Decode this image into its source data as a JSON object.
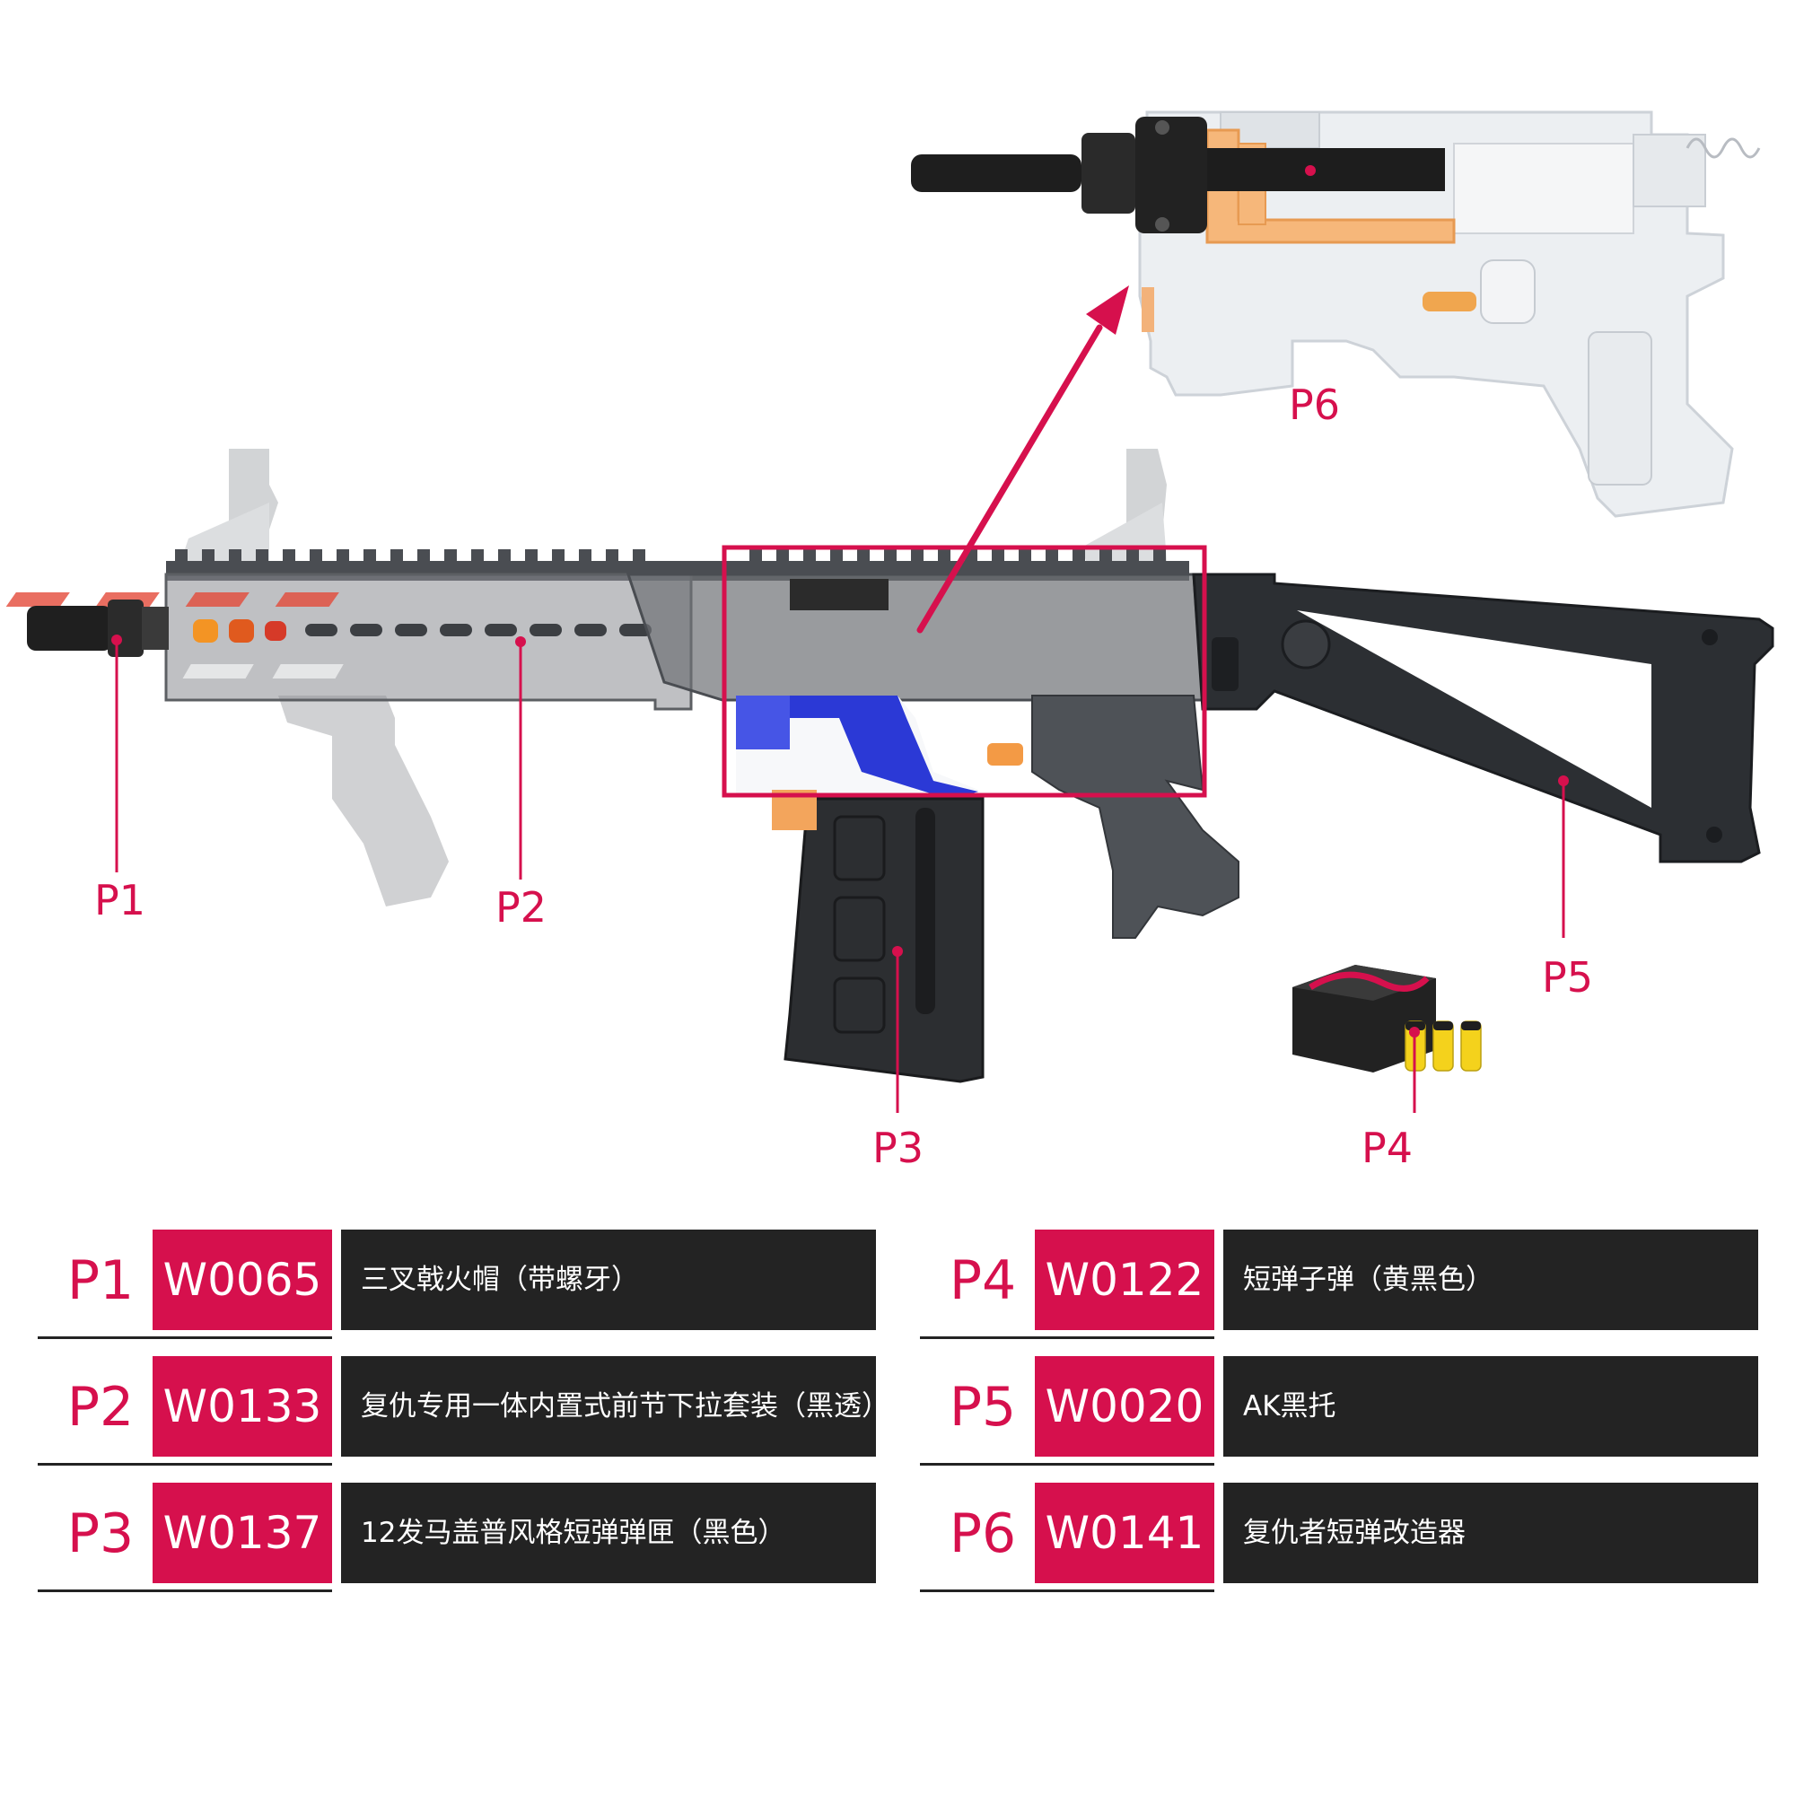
{
  "accent_color": "#d6104d",
  "dark_color": "#232323",
  "callouts": {
    "p1": "P1",
    "p2": "P2",
    "p3": "P3",
    "p4": "P4",
    "p5": "P5",
    "p6": "P6"
  },
  "parts_table": [
    {
      "part": "P1",
      "code": "W0065",
      "description": "三叉戟火帽（带螺牙）"
    },
    {
      "part": "P2",
      "code": "W0133",
      "description": "复仇专用一体内置式前节下拉套装（黑透）"
    },
    {
      "part": "P3",
      "code": "W0137",
      "description": "12发马盖普风格短弹弹匣（黑色）"
    },
    {
      "part": "P4",
      "code": "W0122",
      "description": "短弹子弹（黄黑色）"
    },
    {
      "part": "P5",
      "code": "W0020",
      "description": "AK黑托"
    },
    {
      "part": "P6",
      "code": "W0141",
      "description": "复仇者短弹改造器"
    }
  ],
  "icons": {
    "arrow": "arrow-up-right-icon",
    "highlight": "highlight-box-icon"
  }
}
